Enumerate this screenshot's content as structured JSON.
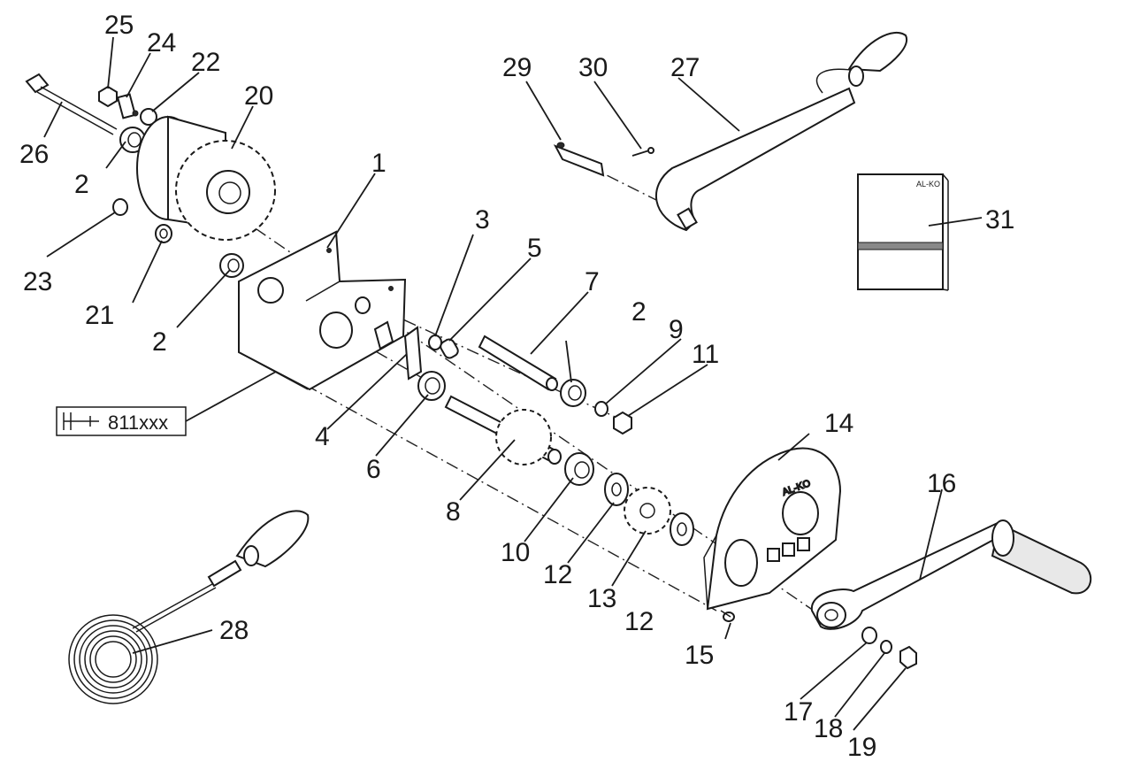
{
  "diagram": {
    "labels": {
      "p1": "1",
      "p2a": "2",
      "p2b": "2",
      "p2c": "2",
      "p3": "3",
      "p4": "4",
      "p5": "5",
      "p6": "6",
      "p7": "7",
      "p8": "8",
      "p9": "9",
      "p10": "10",
      "p11": "11",
      "p12a": "12",
      "p12b": "12",
      "p13": "13",
      "p14": "14",
      "p15": "15",
      "p16": "16",
      "p17": "17",
      "p18": "18",
      "p19": "19",
      "p20": "20",
      "p21": "21",
      "p22": "22",
      "p23": "23",
      "p24": "24",
      "p25": "25",
      "p26": "26",
      "p27": "27",
      "p28": "28",
      "p29": "29",
      "p30": "30",
      "p31": "31"
    },
    "model_box": {
      "code": "811xxx"
    },
    "brand_text": "AL-KO"
  }
}
